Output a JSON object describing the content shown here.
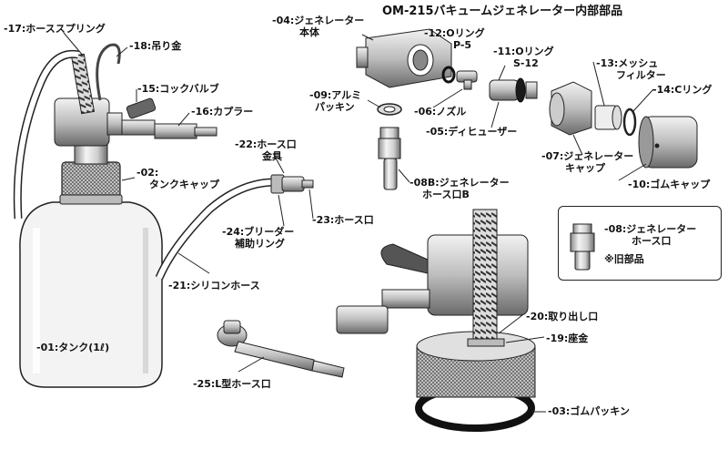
{
  "title": "OM-215バキュームジェネレーター内部部品",
  "colors": {
    "line": "#222222",
    "metal_light": "#e6e6e6",
    "metal_dark": "#7a7a7a",
    "rubber": "#1a1a1a",
    "knurl": "#555555"
  },
  "labels": {
    "p01": "-01:タンク(1ℓ)",
    "p02_1": "-02:",
    "p02_2": "タンクキャップ",
    "p03": "-03:ゴムパッキン",
    "p04_1": "-04:ジェネレーター",
    "p04_2": "本体",
    "p05": "-05:ディヒューザー",
    "p06": "-06:ノズル",
    "p07_1": "-07:ジェネレーター",
    "p07_2": "キャップ",
    "p08_1": "-08:ジェネレーター",
    "p08_2": "ホース口",
    "p08_old": "※旧部品",
    "p08b_1": "-08B:ジェネレーター",
    "p08b_2": "ホース口B",
    "p09_1": "-09:アルミ",
    "p09_2": "パッキン",
    "p10": "-10:ゴムキャップ",
    "p11_1": "-11:Oリング",
    "p11_2": "S-12",
    "p12_1": "-12:Oリング",
    "p12_2": "P-5",
    "p13_1": "-13:メッシュ",
    "p13_2": "フィルター",
    "p14": "-14:Cリング",
    "p15": "-15:コックバルブ",
    "p16": "-16:カプラー",
    "p17": "-17:ホーススプリング",
    "p18": "-18:吊り金",
    "p19": "-19:座金",
    "p20": "-20:取り出し口",
    "p21": "-21:シリコンホース",
    "p22_1": "-22:ホース口",
    "p22_2": "金具",
    "p23": "-23:ホース口",
    "p24_1": "-24:ブリーダー",
    "p24_2": "補助リング",
    "p25": "-25:L型ホース口"
  }
}
